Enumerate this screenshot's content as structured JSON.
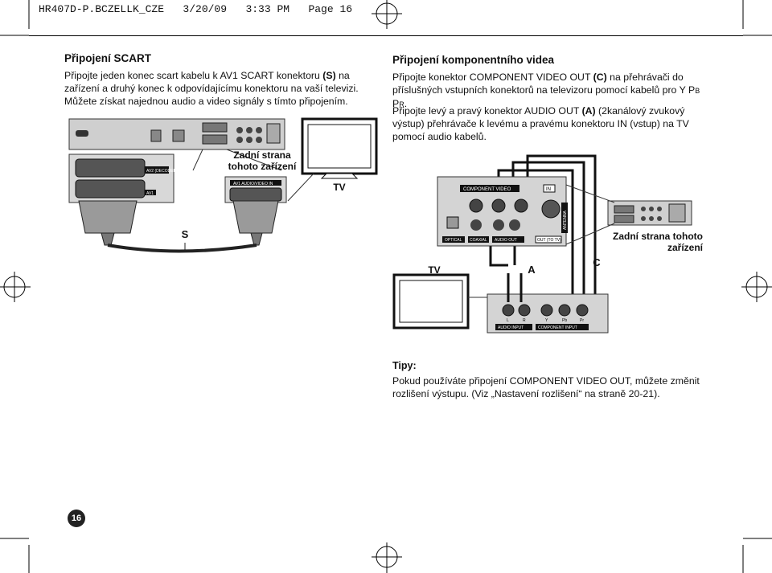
{
  "header": {
    "text": "HR407D-P.BCZELLK_CZE   3/20/09   3:33 PM   Page 16"
  },
  "left": {
    "title": "Připojení SCART",
    "para": {
      "t1": "Připojte jeden konec scart kabelu k AV1 SCART  konektoru ",
      "b1": "(S)",
      "t2": " na zařízení a druhý konec k odpovídajícímu konektoru na vaší televizi. Můžete získat najednou audio a video signály s tímto připojením."
    },
    "diagram": {
      "rear_label": "Zadní strana tohoto zařízení",
      "tv_label": "TV",
      "cable_label": "S",
      "tags": {
        "av2": "AV2 (DECODER)",
        "av1": "AV1",
        "av1_av": "AV1 AUDIO/VIDEO IN"
      }
    }
  },
  "right": {
    "title": "Připojení komponentního videa",
    "p1": {
      "t1": "Připojte konektor COMPONENT VIDEO OUT ",
      "b1": "(C)",
      "t2": " na přehrávači do příslušných vstupních konektorů na televizoru pomocí kabelů pro Y P",
      "sub1": "B",
      "t3": " P",
      "sub2": "R",
      "t4": "."
    },
    "p2": {
      "t1": "Připojte levý a pravý konektor AUDIO OUT ",
      "b1": "(A)",
      "t2": " (2kanálový zvukový výstup) přehrávače k levému a pravému konektoru IN (vstup) na TV pomocí audio kabelů."
    },
    "diagram": {
      "rear_label": "Zadní strana tohoto zařízení",
      "tv_label": "TV",
      "cable_a": "A",
      "cable_c": "C",
      "tags": {
        "component_video": "COMPONENT VIDEO",
        "optical": "OPTICAL",
        "coaxial": "COAXIAL",
        "audio_out": "AUDIO OUT",
        "out_to_tv": "OUT (TO TV)",
        "antenna": "ANTENNA",
        "audio_input": "AUDIO INPUT",
        "component_input": "COMPONENT INPUT",
        "in": "IN",
        "y": "Y",
        "pb": "Pb",
        "pr": "Pr",
        "l": "L",
        "r": "R"
      }
    },
    "tips": {
      "title": "Tipy:",
      "text": "Pokud používáte připojení COMPONENT VIDEO OUT, můžete změnit rozlišení výstupu. (Viz „Nastavení rozlišení“ na straně 20-21)."
    }
  },
  "page_number": "16"
}
